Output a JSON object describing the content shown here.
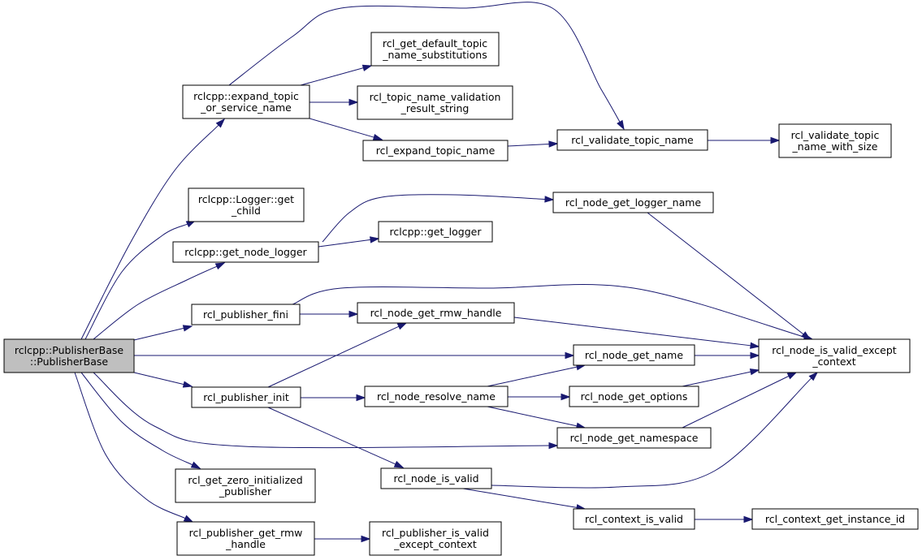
{
  "colors": {
    "edge": "#191970",
    "root_fill": "#bfbfbf",
    "node_fill": "#ffffff",
    "node_border": "#000000"
  },
  "nodes": [
    {
      "id": "publisher_base",
      "lines": [
        "rclcpp::PublisherBase",
        "::PublisherBase"
      ],
      "root": true
    },
    {
      "id": "expand_topic_or_service_name",
      "lines": [
        "rclcpp::expand_topic",
        "_or_service_name"
      ]
    },
    {
      "id": "rcl_get_default_topic_name_substitutions",
      "lines": [
        "rcl_get_default_topic",
        "_name_substitutions"
      ]
    },
    {
      "id": "rcl_topic_name_validation_result_string",
      "lines": [
        "rcl_topic_name_validation",
        "_result_string"
      ]
    },
    {
      "id": "rcl_expand_topic_name",
      "lines": [
        "rcl_expand_topic_name"
      ]
    },
    {
      "id": "rcl_validate_topic_name",
      "lines": [
        "rcl_validate_topic_name"
      ]
    },
    {
      "id": "rcl_validate_topic_name_with_size",
      "lines": [
        "rcl_validate_topic",
        "_name_with_size"
      ]
    },
    {
      "id": "logger_get_child",
      "lines": [
        "rclcpp::Logger::get",
        "_child"
      ]
    },
    {
      "id": "get_node_logger",
      "lines": [
        "rclcpp::get_node_logger"
      ]
    },
    {
      "id": "rcl_node_get_logger_name",
      "lines": [
        "rcl_node_get_logger_name"
      ]
    },
    {
      "id": "get_logger",
      "lines": [
        "rclcpp::get_logger"
      ]
    },
    {
      "id": "rcl_publisher_fini",
      "lines": [
        "rcl_publisher_fini"
      ]
    },
    {
      "id": "rcl_node_get_rmw_handle",
      "lines": [
        "rcl_node_get_rmw_handle"
      ]
    },
    {
      "id": "rcl_node_is_valid_except_context",
      "lines": [
        "rcl_node_is_valid_except",
        "_context"
      ]
    },
    {
      "id": "rcl_node_get_name",
      "lines": [
        "rcl_node_get_name"
      ]
    },
    {
      "id": "rcl_publisher_init",
      "lines": [
        "rcl_publisher_init"
      ]
    },
    {
      "id": "rcl_node_resolve_name",
      "lines": [
        "rcl_node_resolve_name"
      ]
    },
    {
      "id": "rcl_node_get_options",
      "lines": [
        "rcl_node_get_options"
      ]
    },
    {
      "id": "rcl_node_get_namespace",
      "lines": [
        "rcl_node_get_namespace"
      ]
    },
    {
      "id": "rcl_get_zero_initialized_publisher",
      "lines": [
        "rcl_get_zero_initialized",
        "_publisher"
      ]
    },
    {
      "id": "rcl_node_is_valid",
      "lines": [
        "rcl_node_is_valid"
      ]
    },
    {
      "id": "rcl_context_is_valid",
      "lines": [
        "rcl_context_is_valid"
      ]
    },
    {
      "id": "rcl_context_get_instance_id",
      "lines": [
        "rcl_context_get_instance_id"
      ]
    },
    {
      "id": "rcl_publisher_get_rmw_handle",
      "lines": [
        "rcl_publisher_get_rmw",
        "_handle"
      ]
    },
    {
      "id": "rcl_publisher_is_valid_except_context",
      "lines": [
        "rcl_publisher_is_valid",
        "_except_context"
      ]
    }
  ],
  "edges": [
    {
      "from": "publisher_base",
      "to": "expand_topic_or_service_name"
    },
    {
      "from": "publisher_base",
      "to": "logger_get_child"
    },
    {
      "from": "publisher_base",
      "to": "get_node_logger"
    },
    {
      "from": "publisher_base",
      "to": "rcl_publisher_fini"
    },
    {
      "from": "publisher_base",
      "to": "rcl_node_get_name"
    },
    {
      "from": "publisher_base",
      "to": "rcl_publisher_init"
    },
    {
      "from": "publisher_base",
      "to": "rcl_node_get_namespace"
    },
    {
      "from": "publisher_base",
      "to": "rcl_get_zero_initialized_publisher"
    },
    {
      "from": "publisher_base",
      "to": "rcl_publisher_get_rmw_handle"
    },
    {
      "from": "expand_topic_or_service_name",
      "to": "rcl_get_default_topic_name_substitutions"
    },
    {
      "from": "expand_topic_or_service_name",
      "to": "rcl_topic_name_validation_result_string"
    },
    {
      "from": "expand_topic_or_service_name",
      "to": "rcl_expand_topic_name"
    },
    {
      "from": "expand_topic_or_service_name",
      "to": "rcl_validate_topic_name"
    },
    {
      "from": "rcl_expand_topic_name",
      "to": "rcl_validate_topic_name"
    },
    {
      "from": "rcl_validate_topic_name",
      "to": "rcl_validate_topic_name_with_size"
    },
    {
      "from": "get_node_logger",
      "to": "rcl_node_get_logger_name"
    },
    {
      "from": "get_node_logger",
      "to": "get_logger"
    },
    {
      "from": "rcl_node_get_logger_name",
      "to": "rcl_node_is_valid_except_context"
    },
    {
      "from": "rcl_publisher_fini",
      "to": "rcl_node_get_rmw_handle"
    },
    {
      "from": "rcl_publisher_fini",
      "to": "rcl_node_is_valid_except_context"
    },
    {
      "from": "rcl_node_get_rmw_handle",
      "to": "rcl_node_is_valid_except_context"
    },
    {
      "from": "rcl_node_get_name",
      "to": "rcl_node_is_valid_except_context"
    },
    {
      "from": "rcl_publisher_init",
      "to": "rcl_node_get_rmw_handle"
    },
    {
      "from": "rcl_publisher_init",
      "to": "rcl_node_resolve_name"
    },
    {
      "from": "rcl_publisher_init",
      "to": "rcl_node_is_valid"
    },
    {
      "from": "rcl_node_resolve_name",
      "to": "rcl_node_get_name"
    },
    {
      "from": "rcl_node_resolve_name",
      "to": "rcl_node_get_options"
    },
    {
      "from": "rcl_node_resolve_name",
      "to": "rcl_node_get_namespace"
    },
    {
      "from": "rcl_node_get_options",
      "to": "rcl_node_is_valid_except_context"
    },
    {
      "from": "rcl_node_get_namespace",
      "to": "rcl_node_is_valid_except_context"
    },
    {
      "from": "rcl_node_is_valid",
      "to": "rcl_node_is_valid_except_context"
    },
    {
      "from": "rcl_node_is_valid",
      "to": "rcl_context_is_valid"
    },
    {
      "from": "rcl_context_is_valid",
      "to": "rcl_context_get_instance_id"
    },
    {
      "from": "rcl_publisher_get_rmw_handle",
      "to": "rcl_publisher_is_valid_except_context"
    }
  ]
}
